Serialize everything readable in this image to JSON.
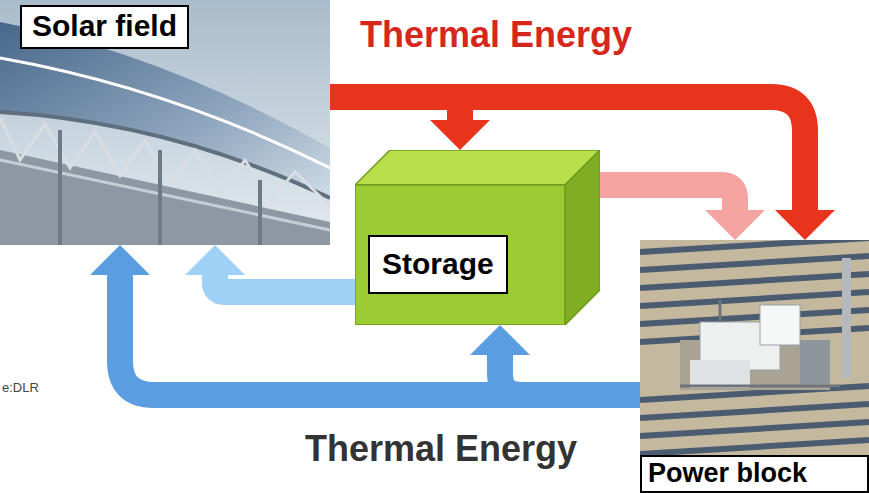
{
  "diagram": {
    "nodes": [
      {
        "text": [
          "Solar field"
        ]
      },
      {
        "text": [
          "Storage"
        ]
      },
      {
        "text": [
          "Power block"
        ]
      }
    ],
    "edges": [
      {
        "from": 0,
        "to": 1,
        "arrow": "to"
      },
      {
        "from": 0,
        "to": 2,
        "arrow": "to"
      },
      {
        "from": 1,
        "to": 2,
        "arrow": "to"
      },
      {
        "from": 1,
        "to": 0,
        "arrow": "to"
      },
      {
        "from": 2,
        "to": 0,
        "arrow": "to"
      },
      {
        "from": 2,
        "to": 1,
        "arrow": "to"
      }
    ],
    "labels": [
      "Thermal Energy",
      "Thermal Energy",
      "e:DLR"
    ]
  }
}
